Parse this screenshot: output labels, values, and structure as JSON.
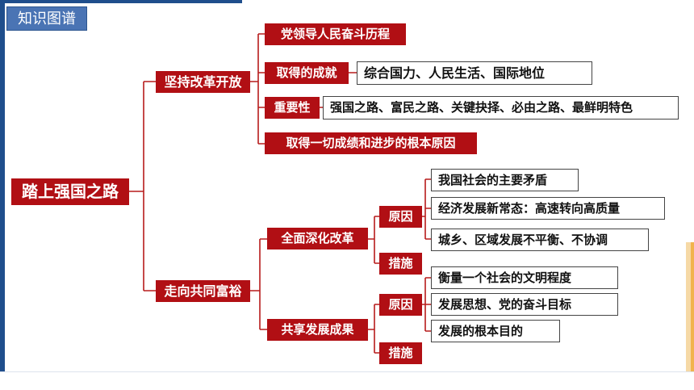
{
  "header": {
    "title": "知识图谱"
  },
  "root": "踏上强国之路",
  "branch1": {
    "label": "坚持改革开放",
    "item_history": "党领导人民奋斗历程",
    "item_achievements": "取得的成就",
    "item_achievements_detail": "综合国力、人民生活、国际地位",
    "item_importance": "重要性",
    "item_importance_detail": "强国之路、富民之路、关键抉择、必由之路、最鲜明特色",
    "item_root_cause": "取得一切成绩和进步的根本原因"
  },
  "branch2": {
    "label": "走向共同富裕",
    "reform": {
      "label": "全面深化改革",
      "reason": "原因",
      "reasons": [
        "我国社会的主要矛盾",
        "经济发展新常态：高速转向高质量",
        "城乡、区域发展不平衡、不协调"
      ],
      "measure": "措施"
    },
    "sharing": {
      "label": "共享发展成果",
      "reason": "原因",
      "reasons": [
        "衡量一个社会的文明程度",
        "发展思想、党的奋斗目标",
        "发展的根本目的"
      ],
      "measure": "措施"
    }
  }
}
